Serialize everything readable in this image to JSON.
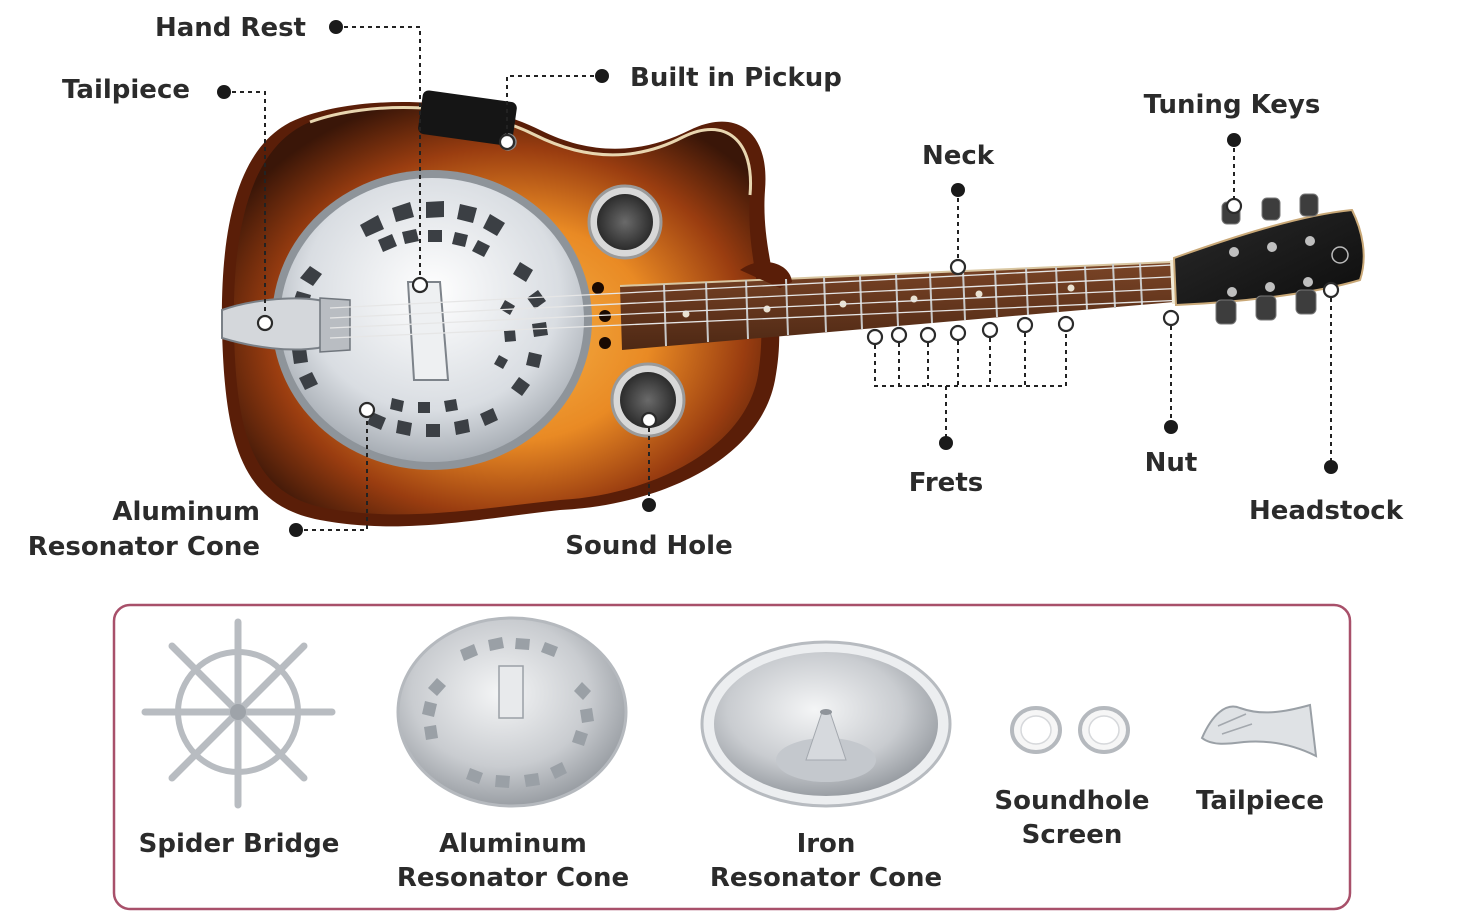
{
  "labels": {
    "hand_rest": "Hand Rest",
    "tailpiece": "Tailpiece",
    "built_in_pickup": "Built in Pickup",
    "tuning_keys": "Tuning Keys",
    "neck": "Neck",
    "aluminum_resonator_cone_line1": "Aluminum",
    "aluminum_resonator_cone_line2": "Resonator Cone",
    "sound_hole": "Sound Hole",
    "frets": "Frets",
    "nut": "Nut",
    "headstock": "Headstock"
  },
  "accessories": [
    {
      "line1": "Spider Bridge",
      "line2": ""
    },
    {
      "line1": "Aluminum",
      "line2": "Resonator Cone"
    },
    {
      "line1": "Iron",
      "line2": "Resonator Cone"
    },
    {
      "line1": "Soundhole",
      "line2": "Screen"
    },
    {
      "line1": "Tailpiece",
      "line2": ""
    }
  ],
  "colors": {
    "frame": "#a8506a",
    "sunburst_center": "#f2a33a",
    "sunburst_edge": "#3a1608",
    "fretboard": "#6b3a20",
    "chrome": "#c9ccd0"
  }
}
